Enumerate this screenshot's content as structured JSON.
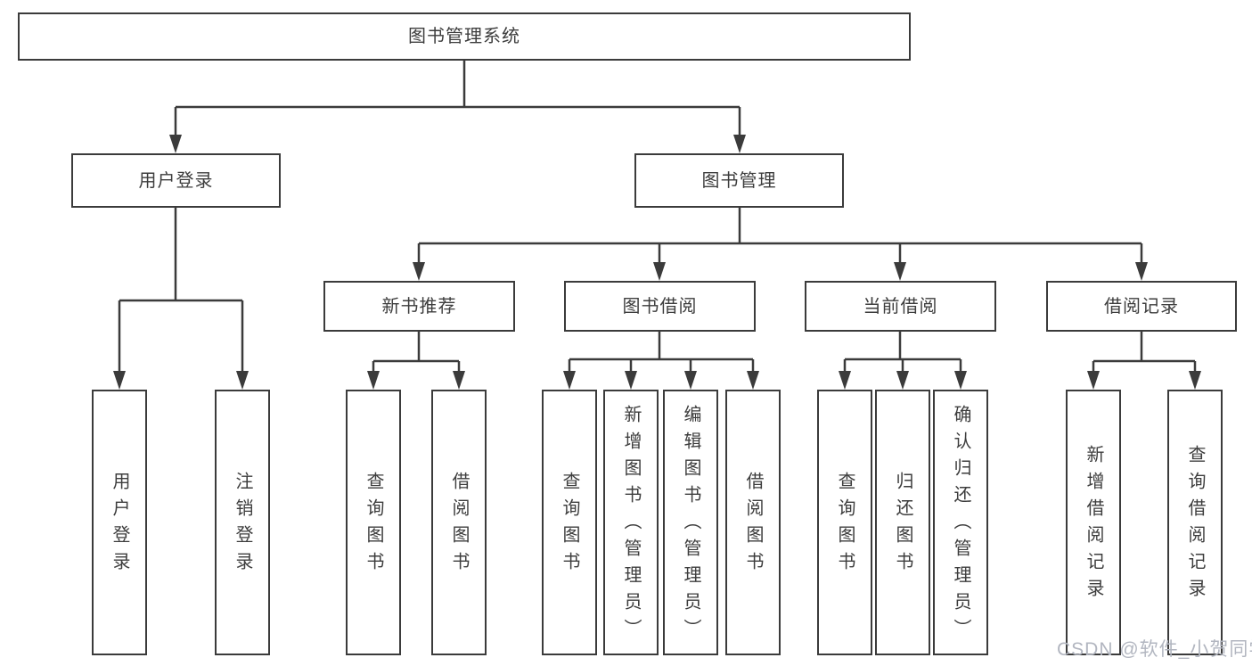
{
  "colors": {
    "line": "#3b3b3b",
    "node_border": "#3b3b3b",
    "node_text": "#3d3d3d",
    "background": "#ffffff",
    "watermark_text": "#b2b6c0"
  },
  "nodes": {
    "root": {
      "label": "图书管理系统"
    },
    "user_login": {
      "label": "用户登录"
    },
    "book_mgmt": {
      "label": "图书管理"
    },
    "new_books": {
      "label": "新书推荐"
    },
    "book_borrow": {
      "label": "图书借阅"
    },
    "current_borrow": {
      "label": "当前借阅"
    },
    "borrow_records": {
      "label": "借阅记录"
    },
    "leaf_user_login": {
      "label": "用户登录"
    },
    "leaf_logout": {
      "label": "注销登录"
    },
    "leaf_nb_query": {
      "label": "查询图书"
    },
    "leaf_nb_borrow": {
      "label": "借阅图书"
    },
    "leaf_bb_query": {
      "label": "查询图书"
    },
    "leaf_bb_add": {
      "label": "新增图书（管理员）"
    },
    "leaf_bb_edit": {
      "label": "编辑图书（管理员）"
    },
    "leaf_bb_borrow": {
      "label": "借阅图书"
    },
    "leaf_cb_query": {
      "label": "查询图书"
    },
    "leaf_cb_return": {
      "label": "归还图书"
    },
    "leaf_cb_confirm": {
      "label": "确认归还（管理员）"
    },
    "leaf_br_add": {
      "label": "新增借阅记录"
    },
    "leaf_br_query": {
      "label": "查询借阅记录"
    }
  },
  "watermark": {
    "text": "CSDN @软件_小贺同学"
  }
}
